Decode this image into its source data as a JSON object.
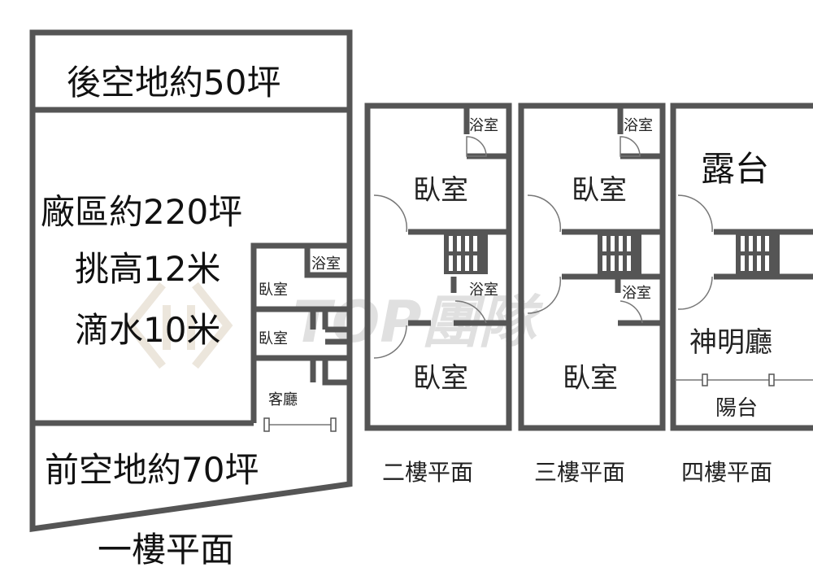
{
  "watermark": "TOP團隊",
  "floor1": {
    "caption": "一樓平面",
    "back_lot": "後空地約50坪",
    "factory": "廠區約220坪",
    "ceiling": "挑高12米",
    "eaves": "滴水10米",
    "front_lot": "前空地約70坪",
    "bath": "浴室",
    "bedroom1": "臥室",
    "bedroom2": "臥室",
    "living": "客廳"
  },
  "floor2": {
    "caption": "二樓平面",
    "bath1": "浴室",
    "bedroom1": "臥室",
    "bath2": "浴室",
    "bedroom2": "臥室"
  },
  "floor3": {
    "caption": "三樓平面",
    "bath1": "浴室",
    "bedroom1": "臥室",
    "bath2": "浴室",
    "bedroom2": "臥室"
  },
  "floor4": {
    "caption": "四樓平面",
    "terrace": "露台",
    "shrine": "神明廳",
    "balcony": "陽台"
  }
}
